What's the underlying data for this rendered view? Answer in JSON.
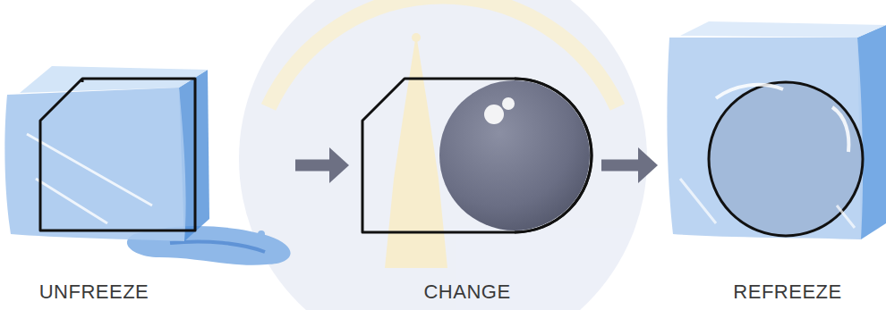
{
  "diagram": {
    "nodes": [
      {
        "text": [
          "UNFREEZE"
        ]
      },
      {
        "text": [
          "CHANGE"
        ]
      },
      {
        "text": [
          "REFREEZE"
        ]
      }
    ],
    "edges": [
      {
        "from": 0,
        "to": 1,
        "arrow": "to"
      },
      {
        "from": 1,
        "to": 2,
        "arrow": "to"
      }
    ]
  }
}
